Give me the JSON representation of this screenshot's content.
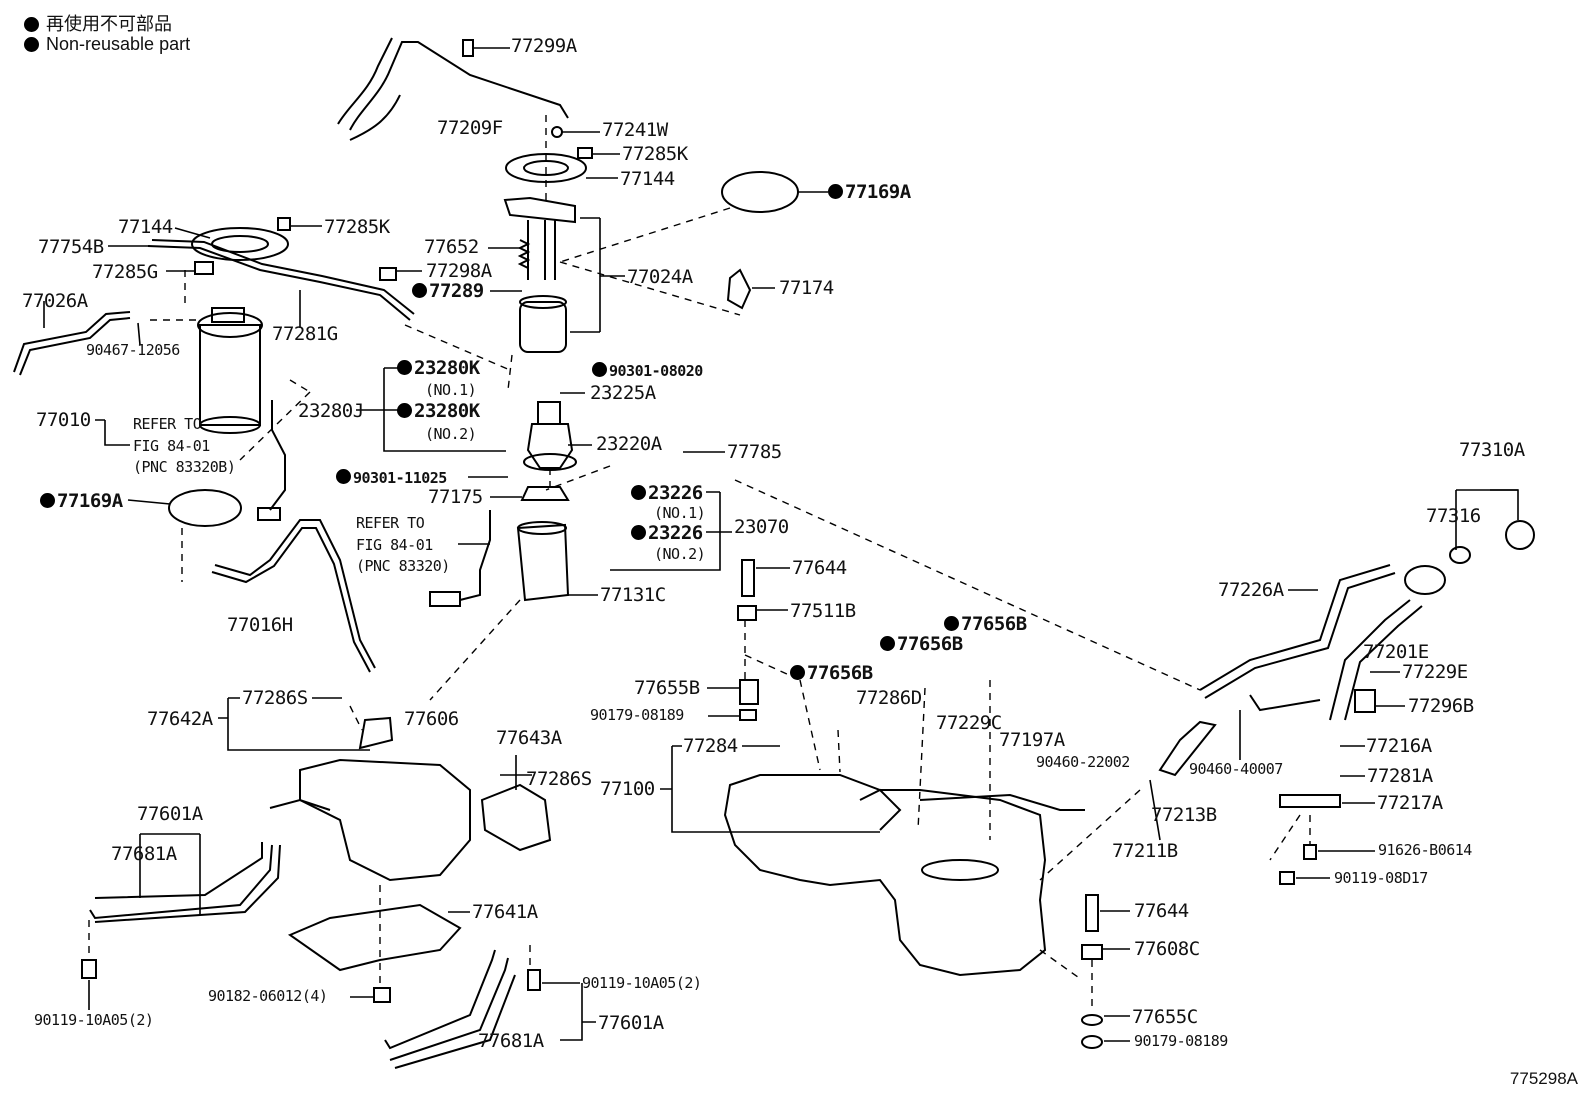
{
  "legend": {
    "line1": "再使用不可部品",
    "line2": "Non-reusable part"
  },
  "figure_id": "775298A",
  "labels": {
    "l77299A": "77299A",
    "l77209F": "77209F",
    "l77241W": "77241W",
    "l77285K_top": "77285K",
    "l77144_top": "77144",
    "l77169A_r": "77169A",
    "l77144_l": "77144",
    "l77285K_l": "77285K",
    "l77754B": "77754B",
    "l77652": "77652",
    "l77285G": "77285G",
    "l77298A": "77298A",
    "l77024A": "77024A",
    "l77289": "77289",
    "l77174": "77174",
    "l77026A": "77026A",
    "l77281G": "77281G",
    "l90467": "90467-12056",
    "l23280K_1": "23280K",
    "l_no1_a": "(NO.1)",
    "l90301_08020": "90301-08020",
    "l23225A": "23225A",
    "l23280J": "23280J",
    "l23280K_2": "23280K",
    "l_no2_a": "(NO.2)",
    "l77010": "77010",
    "l_refer1": "REFER TO",
    "l_fig1": "FIG 84-01",
    "l_pnc1": "(PNC 83320B)",
    "l23220A": "23220A",
    "l77785": "77785",
    "l90301_11025": "90301-11025",
    "l77175": "77175",
    "l23226_1": "23226",
    "l_no1_b": "(NO.1)",
    "l77169A_l": "77169A",
    "l23226_2": "23226",
    "l23070": "23070",
    "l_no2_b": "(NO.2)",
    "l_refer2": "REFER TO",
    "l_fig2": "FIG 84-01",
    "l_pnc2": "(PNC 83320)",
    "l77310A": "77310A",
    "l77316": "77316",
    "l77644_top": "77644",
    "l77131C": "77131C",
    "l77016H": "77016H",
    "l77511B": "77511B",
    "l77226A": "77226A",
    "l77656B_a": "77656B",
    "l77656B_b": "77656B",
    "l77201E": "77201E",
    "l77229E": "77229E",
    "l77655B": "77655B",
    "l77656B_c": "77656B",
    "l77286S_a": "77286S",
    "l77642A": "77642A",
    "l77606": "77606",
    "l90179_a": "90179-08189",
    "l77286D": "77286D",
    "l77296B": "77296B",
    "l77229C": "77229C",
    "l77643A": "77643A",
    "l77284": "77284",
    "l77197A": "77197A",
    "l90460_22002": "90460-22002",
    "l77216A": "77216A",
    "l77286S_b": "77286S",
    "l77100": "77100",
    "l90460_40007": "90460-40007",
    "l77281A": "77281A",
    "l77601A_a": "77601A",
    "l77217A": "77217A",
    "l77213B": "77213B",
    "l77681A_a": "77681A",
    "l77211B": "77211B",
    "l91626": "91626-B0614",
    "l90119_08D17": "90119-08D17",
    "l77641A": "77641A",
    "l77644_bot": "77644",
    "l77608C": "77608C",
    "l90119_10A05_r": "90119-10A05(2)",
    "l90182": "90182-06012(4)",
    "l77601A_b": "77601A",
    "l90119_10A05_l": "90119-10A05(2)",
    "l77655C": "77655C",
    "l77681A_b": "77681A",
    "l90179_b": "90179-08189"
  }
}
